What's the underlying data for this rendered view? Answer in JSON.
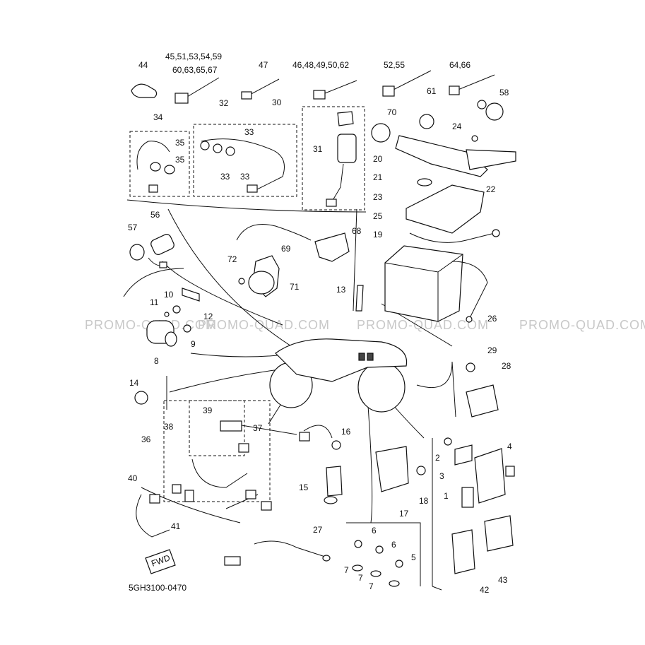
{
  "diagram": {
    "code": "5GH3100-0470",
    "watermark": "PROMO-QUAD.COM",
    "fwd_label": "FWD",
    "callouts": {
      "c44": "44",
      "c45": "45,51,53,54,59",
      "c60": "60,63,65,67",
      "c47": "47",
      "c46": "46,48,49,50,62",
      "c52": "52,55",
      "c64": "64,66",
      "c61": "61",
      "c58": "58",
      "c70": "70",
      "c24": "24",
      "c34": "34",
      "c32": "32",
      "c30": "30",
      "c33a": "33",
      "c35a": "35",
      "c35b": "35",
      "c33b": "33",
      "c33c": "33",
      "c31": "31",
      "c20": "20",
      "c21": "21",
      "c22": "22",
      "c23": "23",
      "c25": "25",
      "c19": "19",
      "c56": "56",
      "c57": "57",
      "c68": "68",
      "c69": "69",
      "c72": "72",
      "c71": "71",
      "c13": "13",
      "c10": "10",
      "c11": "11",
      "c12": "12",
      "c9": "9",
      "c8": "8",
      "c26": "26",
      "c29": "29",
      "c28": "28",
      "c14": "14",
      "c39": "39",
      "c38": "38",
      "c37": "37",
      "c36": "36",
      "c16": "16",
      "c4": "4",
      "c2": "2",
      "c3": "3",
      "c1": "1",
      "c40": "40",
      "c15": "15",
      "c17": "17",
      "c18": "18",
      "c41": "41",
      "c27": "27",
      "c6a": "6",
      "c6b": "6",
      "c5": "5",
      "c7a": "7",
      "c7b": "7",
      "c7c": "7",
      "c42": "42",
      "c43": "43"
    }
  }
}
